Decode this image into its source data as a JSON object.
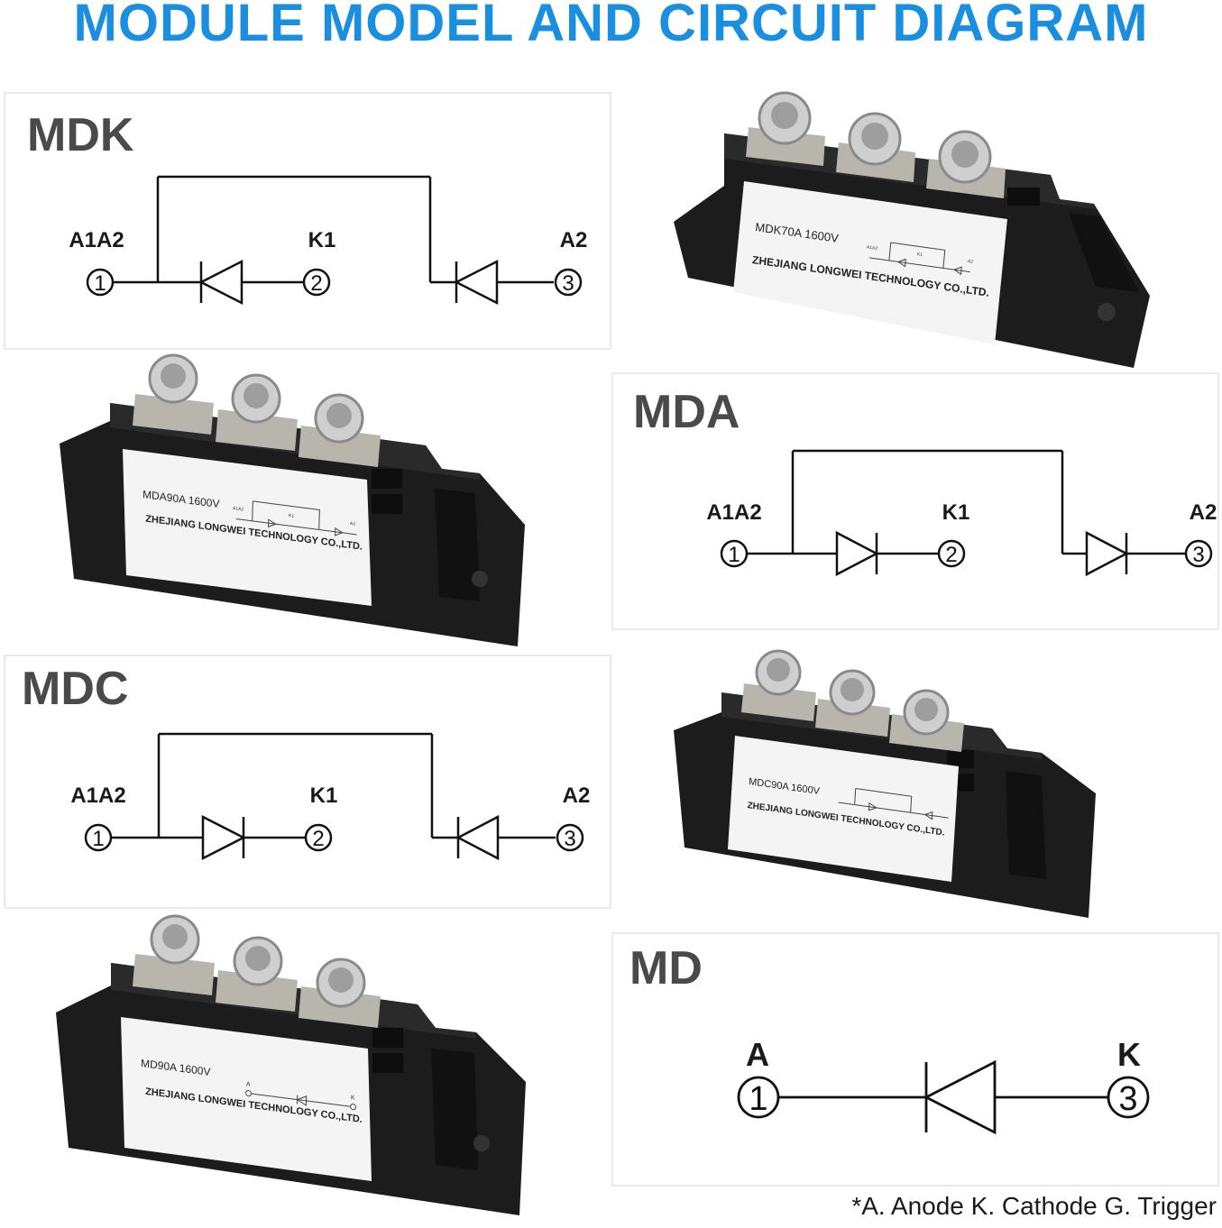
{
  "title": "MODULE MODEL AND CIRCUIT DIAGRAM",
  "panels": {
    "mdk": {
      "name": "MDK",
      "label_left": "A1A2",
      "label_mid": "K1",
      "label_right": "A2",
      "nodes": [
        "1",
        "2",
        "3"
      ]
    },
    "mda": {
      "name": "MDA",
      "label_left": "A1A2",
      "label_mid": "K1",
      "label_right": "A2",
      "nodes": [
        "1",
        "2",
        "3"
      ]
    },
    "mdc": {
      "name": "MDC",
      "label_left": "A1A2",
      "label_mid": "K1",
      "label_right": "A2",
      "nodes": [
        "1",
        "2",
        "3"
      ]
    },
    "md": {
      "name": "MD",
      "label_left": "A",
      "label_right": "K",
      "nodes": [
        "1",
        "3"
      ]
    }
  },
  "products": [
    {
      "id": "mdk70",
      "model": "MDK70A 1600V",
      "maker": "ZHEJIANG LONGWEI TECHNOLOGY CO.,LTD.",
      "mini_left": "A1A2",
      "mini_mid": "K1",
      "mini_right": "A2"
    },
    {
      "id": "mda90",
      "model": "MDA90A 1600V",
      "maker": "ZHEJIANG LONGWEI TECHNOLOGY CO.,LTD.",
      "mini_left": "A1A2",
      "mini_mid": "K1",
      "mini_right": "A2"
    },
    {
      "id": "mdc90",
      "model": "MDC90A 1600V",
      "maker": "ZHEJIANG LONGWEI TECHNOLOGY CO.,LTD.",
      "mini_left": "",
      "mini_mid": "",
      "mini_right": ""
    },
    {
      "id": "md90",
      "model": "MD90A 1600V",
      "maker": "ZHEJIANG LONGWEI TECHNOLOGY CO.,LTD.",
      "mini_left": "A",
      "mini_mid": "",
      "mini_right": "K"
    }
  ],
  "footnote": "*A. Anode K. Cathode G. Trigger",
  "colors": {
    "title": "#1a8fe0",
    "panel_title": "#4a4a4a",
    "module_body": "#1c1c1c",
    "label": "#f4f4f4"
  }
}
